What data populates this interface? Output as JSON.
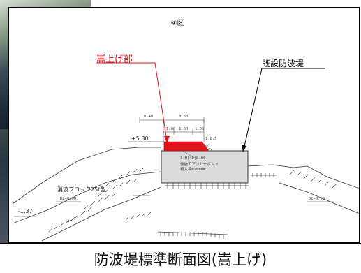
{
  "section_title": "④区",
  "labels": {
    "raised_part": "嵩上げ部",
    "existing_breakwater": "既設防波堤",
    "armor_block": "消波ブロック25t型",
    "elev_plus": "+5.30",
    "elev_minus": "-1.37",
    "dl_left": "DL=0.00",
    "dl_right": "DL=0.00",
    "dim_total": "3.60",
    "dim_left": "0.40",
    "dim_a": "1.00",
    "dim_b": "1.60",
    "dim_c": "1.00",
    "note_line1": "3-H(40)0.00",
    "note_line2": "後施工アンカーボルト",
    "note_line3": "根入長=700mm",
    "slope": "1:0.5"
  },
  "caption": "防波堤標準断面図(嵩上げ)",
  "colors": {
    "raised": "#e0141b",
    "line": "#000000"
  }
}
